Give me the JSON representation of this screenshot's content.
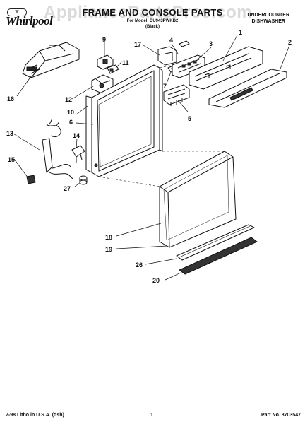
{
  "header": {
    "brand_badge": "W",
    "brand_name": "Whirlpool",
    "title": "FRAME AND CONSOLE PARTS",
    "model_line": "For Model: DU943PWKB2",
    "color_line": "(Black)",
    "category_line1": "UNDERCOUNTER",
    "category_line2": "DISHWASHER"
  },
  "watermark": "AppliancePartsPros.com",
  "callouts": [
    "1",
    "2",
    "3",
    "4",
    "5",
    "6",
    "7",
    "9",
    "10",
    "11",
    "12",
    "13",
    "14",
    "15",
    "16",
    "17",
    "18",
    "19",
    "20",
    "26",
    "27"
  ],
  "footer": {
    "print_info": "7-98 Litho in U.S.A. (dsh)",
    "page_number": "1",
    "part_number": "Part No. 8703547"
  }
}
